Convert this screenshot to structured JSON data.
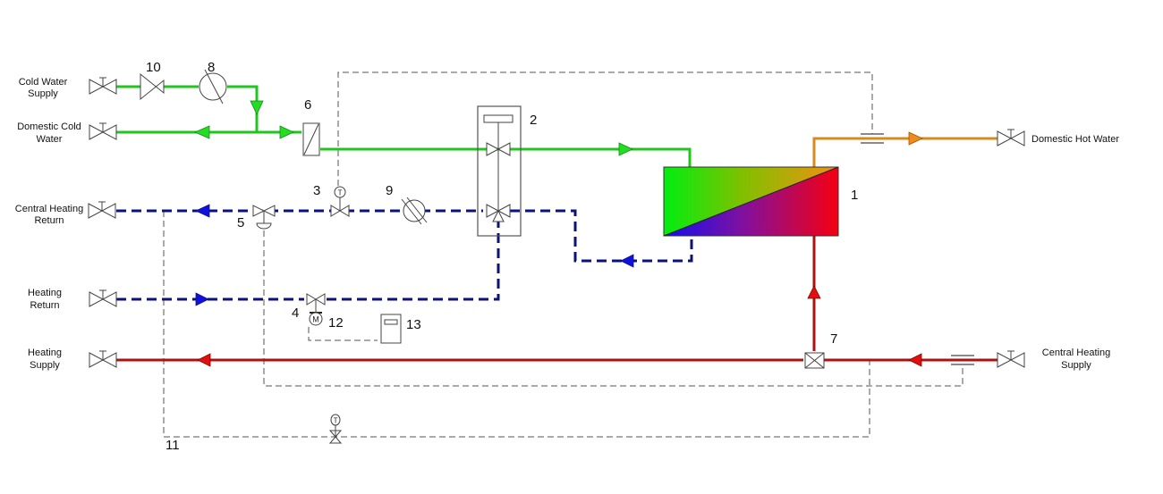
{
  "diagram": {
    "title": "Heating substation schematic",
    "colors": {
      "cold_water": "#22c51e",
      "hot_water": "#d98a1e",
      "heating_return": "#0b137a",
      "heating_supply": "#b01010",
      "arrow_green": "#22dd22",
      "arrow_blue": "#1010e0",
      "arrow_red": "#e01010",
      "arrow_orange": "#f08a1a",
      "control_line": "#555555"
    },
    "connections": {
      "cold_water_supply": [
        "Cold Water",
        "Supply"
      ],
      "domestic_cold_water": [
        "Domestic Cold",
        "Water"
      ],
      "central_heating_return": [
        "Central Heating",
        "Return"
      ],
      "heating_return": [
        "Heating",
        "Return"
      ],
      "heating_supply": [
        "Heating",
        "Supply"
      ],
      "domestic_hot_water": [
        "Domestic Hot Water"
      ],
      "central_heating_supply": [
        "Central Heating",
        "Supply"
      ]
    },
    "components": [
      {
        "id": "1",
        "name": "heat-exchanger"
      },
      {
        "id": "2",
        "name": "combination-control-valve"
      },
      {
        "id": "3",
        "name": "thermostatic-valve"
      },
      {
        "id": "4",
        "name": "motorized-valve"
      },
      {
        "id": "5",
        "name": "differential-pressure-valve"
      },
      {
        "id": "6",
        "name": "filter"
      },
      {
        "id": "7",
        "name": "strainer"
      },
      {
        "id": "8",
        "name": "water-meter"
      },
      {
        "id": "9",
        "name": "heat-meter"
      },
      {
        "id": "10",
        "name": "check-valve"
      },
      {
        "id": "11",
        "name": "bypass-thermostatic-line"
      },
      {
        "id": "12",
        "name": "actuator-motor"
      },
      {
        "id": "13",
        "name": "controller"
      }
    ],
    "symbol_letters": {
      "thermo": "T",
      "motor": "M"
    }
  }
}
